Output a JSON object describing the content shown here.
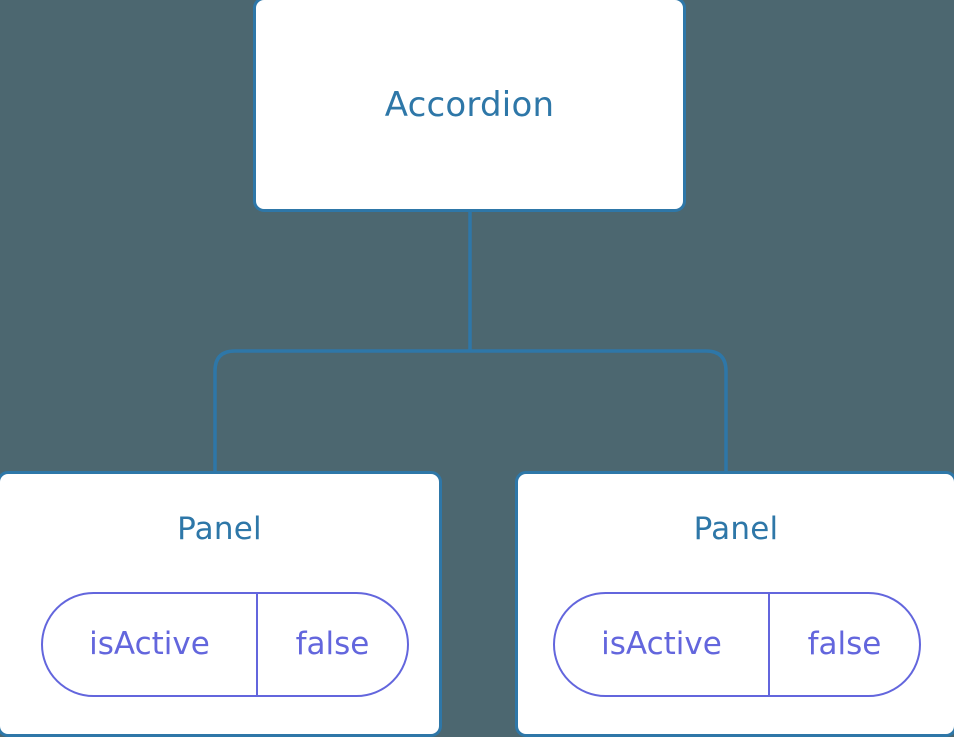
{
  "diagram": {
    "type": "component-tree",
    "background_color": "#4c6770",
    "node_border_color": "#2e77a8",
    "node_title_color": "#2e77a8",
    "edge_color": "#2e77a8",
    "state_pill_color": "#6366dd"
  },
  "nodes": {
    "root": {
      "title": "Accordion"
    },
    "panel_left": {
      "title": "Panel",
      "state": {
        "key": "isActive",
        "value": "false"
      }
    },
    "panel_right": {
      "title": "Panel",
      "state": {
        "key": "isActive",
        "value": "false"
      }
    }
  },
  "edges": [
    {
      "from": "root",
      "to": "panel_left"
    },
    {
      "from": "root",
      "to": "panel_right"
    }
  ]
}
